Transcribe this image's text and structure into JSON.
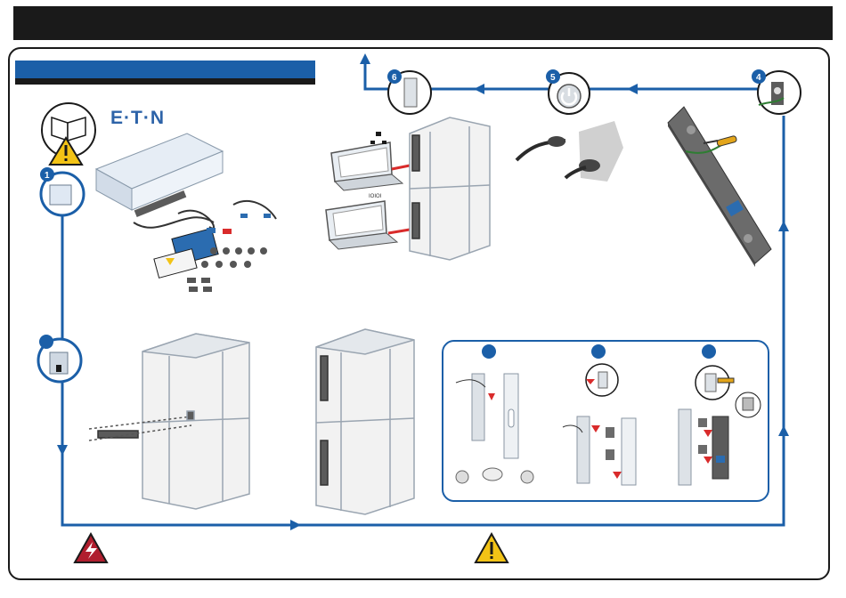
{
  "brand": {
    "logo_text": "E·T·N"
  },
  "colors": {
    "accent_blue": "#1b5fa8",
    "dark": "#1a1a1a",
    "warning_yellow": "#f2c316",
    "danger_red": "#b01e2e",
    "arrow_red": "#d92b2b"
  },
  "steps": {
    "step1": "1",
    "step4": "4",
    "step5": "5",
    "step6": "6"
  },
  "mount_options": {
    "option_a": "",
    "option_b": "",
    "option_c": ""
  },
  "laptop_label": "IOIOI",
  "icons": [
    "book-icon",
    "warning-icon",
    "electrical-hazard-icon",
    "network-icon",
    "power-icon",
    "box-icon",
    "screwdriver-icon"
  ]
}
